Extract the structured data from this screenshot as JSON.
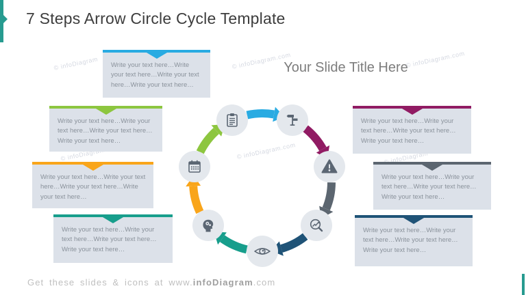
{
  "header": {
    "title": "7 Steps Arrow Circle Cycle Template"
  },
  "slide_title": "Your Slide Title Here",
  "watermark": {
    "short": "© infoDiagram",
    "full": "© infoDiagram.com"
  },
  "footer": {
    "prefix": "Get these slides & icons at www.",
    "brand": "infoDiagram",
    "suffix": ".com"
  },
  "accent": {
    "teal": "#279b90"
  },
  "boxes": {
    "left": [
      {
        "accent": "#29abe2",
        "text": "Write your text here…Write your text here…Write your text here…Write your text here…"
      },
      {
        "accent": "#8dc63f",
        "text": "Write your text here…Write your text here…Write your text here…Write your text here…"
      },
      {
        "accent": "#f9a51a",
        "text": "Write your text here…Write your text here…Write your text here…Write your text here…"
      },
      {
        "accent": "#179e8c",
        "text": "Write your text here…Write your text here…Write your text here…Write your text here…"
      }
    ],
    "right": [
      {
        "accent": "#911b63",
        "text": "Write your text here…Write your text here…Write your text here…Write your text here…"
      },
      {
        "accent": "#5c6670",
        "text": "Write your text here…Write your text here…Write your text here…Write your text here…"
      },
      {
        "accent": "#1f5377",
        "text": "Write your text here…Write your text here…Write your text here…Write your text here…"
      }
    ]
  },
  "cycle": {
    "icons": [
      "clipboard",
      "signpost",
      "warning",
      "magnifier-chart",
      "eye",
      "head-gears",
      "calendar"
    ],
    "arrows": [
      {
        "from": "clipboard",
        "to": "signpost",
        "color": "#29abe2"
      },
      {
        "from": "signpost",
        "to": "warning",
        "color": "#911b63"
      },
      {
        "from": "warning",
        "to": "magnifier-chart",
        "color": "#5c6670"
      },
      {
        "from": "magnifier-chart",
        "to": "eye",
        "color": "#1f5377"
      },
      {
        "from": "eye",
        "to": "head-gears",
        "color": "#179e8c"
      },
      {
        "from": "head-gears",
        "to": "calendar",
        "color": "#f9a51a"
      },
      {
        "from": "calendar",
        "to": "clipboard",
        "color": "#8dc63f"
      }
    ]
  }
}
